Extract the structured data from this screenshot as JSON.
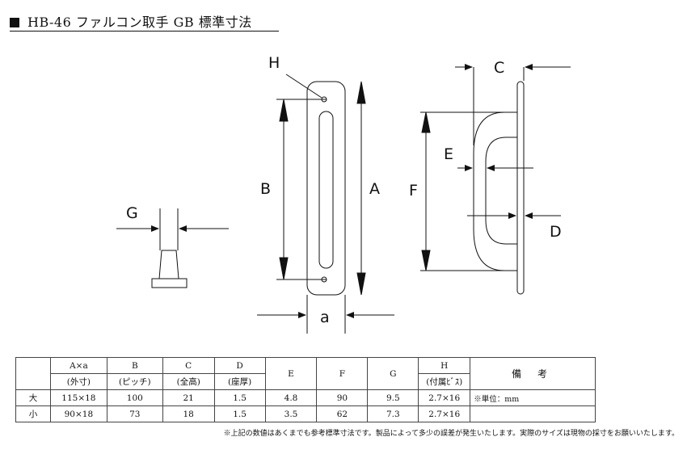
{
  "header": {
    "title": "HB-46 ファルコン取手 GB 標準寸法"
  },
  "drawing": {
    "labels": {
      "H": "H",
      "B": "B",
      "A": "A",
      "a": "a",
      "C": "C",
      "E": "E",
      "F": "F",
      "D": "D",
      "G": "G"
    }
  },
  "table": {
    "headers": [
      {
        "top": "",
        "bottom": ""
      },
      {
        "top": "A×a",
        "bottom": "(外寸)"
      },
      {
        "top": "B",
        "bottom": "(ピッチ)"
      },
      {
        "top": "C",
        "bottom": "(全高)"
      },
      {
        "top": "D",
        "bottom": "(座厚)"
      },
      {
        "top": "E",
        "bottom": ""
      },
      {
        "top": "F",
        "bottom": ""
      },
      {
        "top": "G",
        "bottom": ""
      },
      {
        "top": "H",
        "bottom": "(付属ﾋﾞｽ)"
      }
    ],
    "remarks_header": "備 考",
    "rows": [
      {
        "size": "大",
        "cells": [
          "115×18",
          "100",
          "21",
          "1.5",
          "4.8",
          "90",
          "9.5",
          "2.7×16"
        ],
        "remark": "※単位：mm"
      },
      {
        "size": "小",
        "cells": [
          "90×18",
          "73",
          "18",
          "1.5",
          "3.5",
          "62",
          "7.3",
          "2.7×16"
        ],
        "remark": ""
      }
    ]
  },
  "footnote": "※上記の数値はあくまでも参考標準寸法です。製品によって多少の誤差が発生いたします。実際のサイズは現物の採寸をお願いいたします。"
}
